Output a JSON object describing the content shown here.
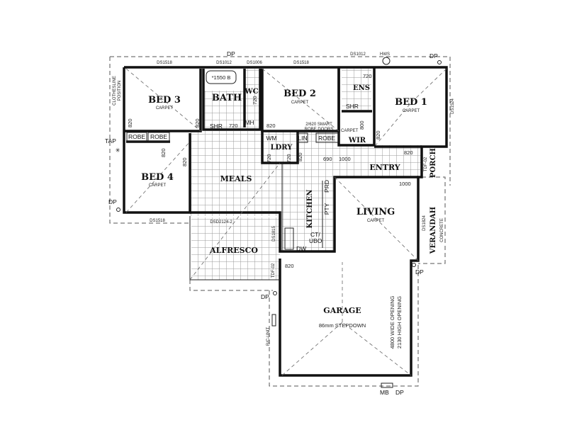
{
  "rooms": {
    "bed3": {
      "name": "BED 3",
      "finish": "CARPET"
    },
    "bath": {
      "name": "BATH",
      "bath_size": "*1550 B"
    },
    "wc": {
      "name": "WC"
    },
    "bed2": {
      "name": "BED 2",
      "finish": "CARPET",
      "note_1": "2/620 SMART",
      "note_2": "ROBE DOORS"
    },
    "ens": {
      "name": "ENS"
    },
    "bed1": {
      "name": "BED 1",
      "finish": "CARPET"
    },
    "wir": {
      "name": "WIR",
      "finish": "CARPET"
    },
    "ldry": {
      "name": "LDRY"
    },
    "bed4": {
      "name": "BED 4",
      "finish": "CARPET"
    },
    "meals": {
      "name": "MEALS"
    },
    "kitchen": {
      "name": "KITCHEN"
    },
    "entry": {
      "name": "ENTRY"
    },
    "porch": {
      "name": "PORCH"
    },
    "living": {
      "name": "LIVING",
      "finish": "CARPET"
    },
    "verandah": {
      "name": "VERANDAH",
      "finish": "CONCRETE"
    },
    "alfresco": {
      "name": "ALFRESCO"
    },
    "garage": {
      "name": "GARAGE",
      "note": "86mm  STEPDOWN",
      "opening_1": "4800  WIDE  OPENING",
      "opening_2": "2130  HIGH  OPENING"
    }
  },
  "fixtures": {
    "robe": "ROBE",
    "lin": "LIN",
    "shr": "SHR",
    "mh": "MH",
    "wm": "WM",
    "pty": "PTY",
    "prd": "PRD",
    "ct": "CT/",
    "ubo": "UBO",
    "dw": "DW",
    "tap": "TAP",
    "clothesline_1": "CLOTHESLINE",
    "clothesline_2": "POSITION",
    "hws": "HWS",
    "dp": "DP",
    "mb": "MB",
    "rc_unit": "R/C-UNIT"
  },
  "windows": {
    "ds1518": "DS1518",
    "ds1012": "DS1012",
    "ds1006": "DS1006",
    "ds1524": "DS1524",
    "ds1824": "DS1824",
    "ds2124": "DSD2124-2",
    "ds1815": "DS1815",
    "tdf02": "TDF-02"
  },
  "dimensions": {
    "d820": "820",
    "d720": "720",
    "d800": "800",
    "d690": "690",
    "d1000": "1000"
  },
  "colors": {
    "ink": "#111111",
    "paper": "#ffffff",
    "tile": "#9a9a9a"
  }
}
